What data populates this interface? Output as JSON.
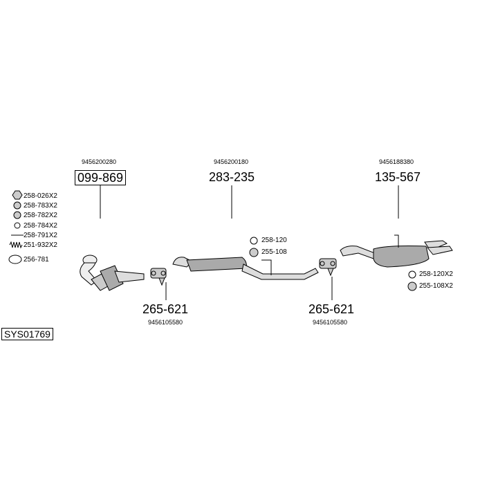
{
  "system_code": "SYS01769",
  "legend": [
    {
      "code": "258-026X2",
      "icon": "hex-nut-icon"
    },
    {
      "code": "258-783X2",
      "icon": "flange-nut-icon"
    },
    {
      "code": "258-782X2",
      "icon": "spring-washer-icon"
    },
    {
      "code": "258-784X2",
      "icon": "washer-icon"
    },
    {
      "code": "258-791X2",
      "icon": "bolt-icon"
    },
    {
      "code": "251-932X2",
      "icon": "spring-icon"
    },
    {
      "code": "256-781",
      "icon": "gasket-icon"
    }
  ],
  "parts": [
    {
      "oem": "9456200280",
      "number": "099-869",
      "name": "catalytic-converter"
    },
    {
      "oem": "9456200180",
      "number": "283-235",
      "name": "centre-silencer"
    },
    {
      "oem": "9456188380",
      "number": "135-567",
      "name": "rear-silencer"
    },
    {
      "oem": "9456105580",
      "number": "265-621",
      "name": "clamp-front"
    },
    {
      "oem": "9456105580",
      "number": "265-621",
      "name": "clamp-rear"
    }
  ],
  "fittings_mid": [
    {
      "code": "258-120",
      "icon": "rubber-ring-icon"
    },
    {
      "code": "255-108",
      "icon": "hanger-icon"
    }
  ],
  "fittings_rear": [
    {
      "code": "258-120X2",
      "icon": "rubber-ring-icon"
    },
    {
      "code": "255-108X2",
      "icon": "hanger-icon"
    }
  ]
}
